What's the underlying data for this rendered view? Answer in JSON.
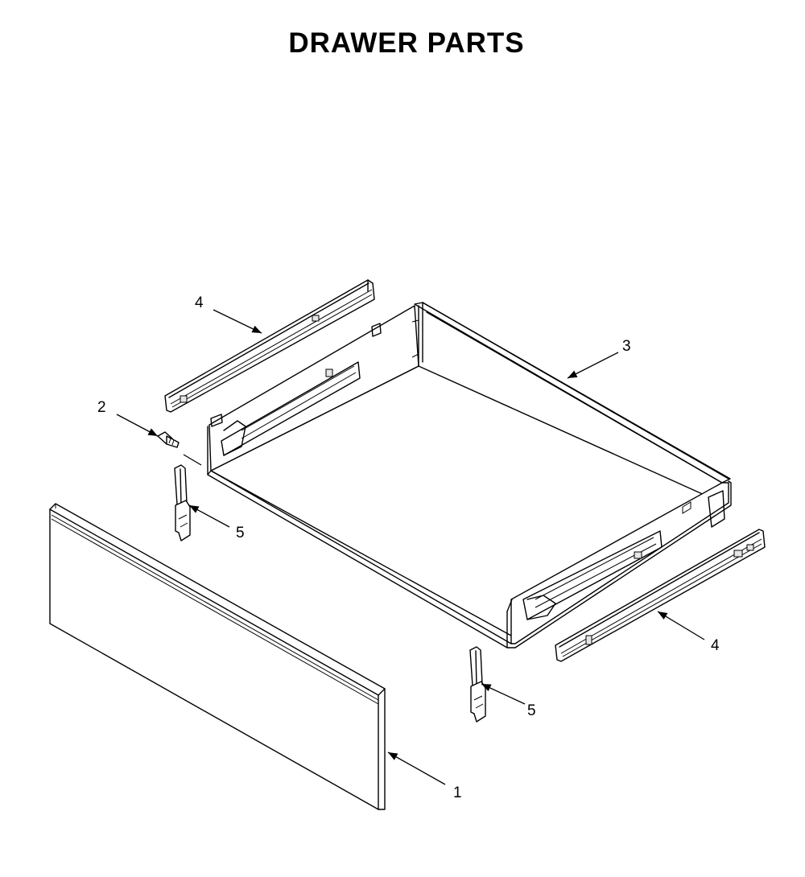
{
  "title": "DRAWER PARTS",
  "callouts": [
    {
      "id": "c-4a",
      "label": "4"
    },
    {
      "id": "c-3",
      "label": "3"
    },
    {
      "id": "c-2",
      "label": "2"
    },
    {
      "id": "c-5a",
      "label": "5"
    },
    {
      "id": "c-4b",
      "label": "4"
    },
    {
      "id": "c-5b",
      "label": "5"
    },
    {
      "id": "c-1",
      "label": "1"
    }
  ]
}
